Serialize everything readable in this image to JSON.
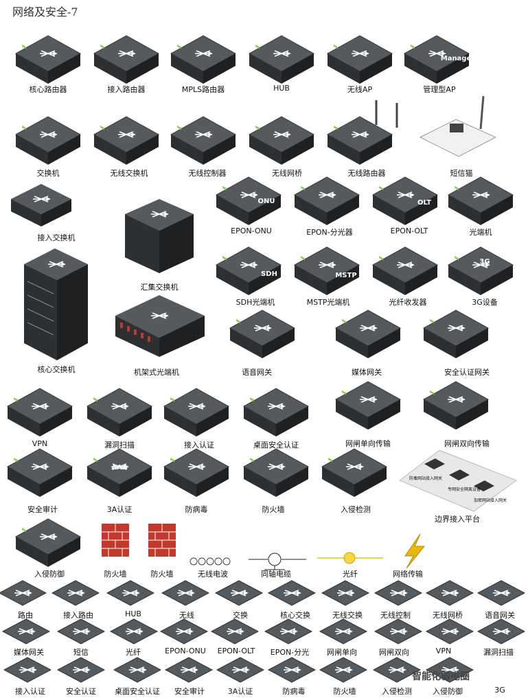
{
  "title": "网络及安全-7",
  "watermark": "智能化弱电圈",
  "labels": [
    "核心路由器",
    "接入路由器",
    "MPLS路由器",
    "HUB",
    "无线AP",
    "管理型AP",
    "交换机",
    "无线交换机",
    "无线控制器",
    "无线网桥",
    "无线路由器",
    "短信猫",
    "接入交换机",
    "汇集交换机",
    "核心交换机",
    "机架式光端机",
    "EPON-ONU",
    "EPON-分光器",
    "EPON-OLT",
    "光端机",
    "SDH光端机",
    "MSTP光端机",
    "光纤收发器",
    "3G设备",
    "语音网关",
    "媒体网关",
    "安全认证网关",
    "VPN",
    "漏洞扫描",
    "接入认证",
    "桌面安全认证",
    "网闸单向传输",
    "网闸双向传输",
    "安全审计",
    "3A认证",
    "防病毒",
    "防火墙",
    "入侵检测",
    "边界接入平台",
    "入侵防御",
    "防火墙",
    "防火墙",
    "无线电波",
    "同轴电缆",
    "光纤",
    "网络传输",
    "路由",
    "接入路由",
    "HUB",
    "无线",
    "交换",
    "核心交换",
    "无线交换",
    "无线控制",
    "无线网桥",
    "语音网关",
    "媒体网关",
    "短信",
    "光纤",
    "EPON-ONU",
    "EPON-OLT",
    "EPON-分光",
    "网闸单向",
    "网闸双向",
    "VPN",
    "漏洞扫描",
    "接入认证",
    "安全认证",
    "桌面安全认证",
    "安全审计",
    "3A认证",
    "防病毒",
    "防火墙",
    "入侵检测",
    "入侵防御",
    "3G"
  ],
  "device_text": {
    "onu": "ONU",
    "olt": "OLT",
    "sdh": "SDH",
    "mstp": "MSTP",
    "g3": "3G",
    "aaa": "AAA",
    "manage": "Manage"
  },
  "boundary_labels": [
    "防毒网站接入网关",
    "专网安全隔离设备",
    "加密网站接入网关"
  ],
  "colors": {
    "top": "#555a5e",
    "side": "#2d3033",
    "front": "#1e2022",
    "led": "#8fd14f",
    "brick": "#c0392b",
    "bolt": "#e8b80c",
    "fiber": "#e6c200"
  }
}
